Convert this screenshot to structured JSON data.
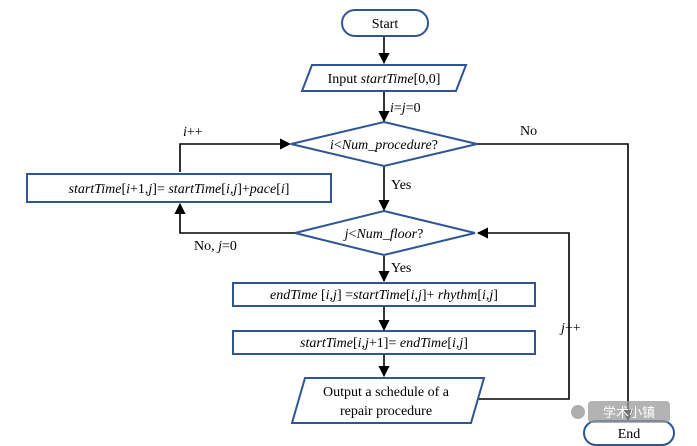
{
  "nodes": {
    "start": "Start",
    "input": [
      "Input ",
      "startTime",
      "[0,0]"
    ],
    "cond_i": [
      "i",
      "<",
      "Num_procedure",
      "?"
    ],
    "update_start": [
      "startTime",
      "[",
      "i",
      "+1,",
      "j",
      "]= ",
      "startTime",
      "[",
      "i,j",
      "]+",
      "pace",
      "[",
      "i",
      "]"
    ],
    "cond_j": [
      "j",
      "<",
      "Num_floor",
      "?"
    ],
    "end_time": [
      "endTime",
      " [",
      "i,j",
      "] =",
      "startTime",
      "[",
      "i,j",
      "]+ ",
      "rhythm",
      "[",
      "i,j",
      "]"
    ],
    "next_start": [
      "startTime",
      "[",
      "i,j",
      "+1]= ",
      "endTime",
      "[",
      "i,j",
      "]"
    ],
    "output_line1": "Output a schedule of a",
    "output_line2": "repair procedure",
    "end": "End"
  },
  "edge_labels": {
    "init_ij": [
      "i",
      "=",
      "j",
      "=0"
    ],
    "i_inc": [
      "i",
      "++"
    ],
    "no_i": "No",
    "yes_i": "Yes",
    "no_j": [
      "No, ",
      "j",
      "=0"
    ],
    "yes_j": "Yes",
    "j_inc": [
      "j",
      "++"
    ]
  },
  "watermark": "学术小镇",
  "colors": {
    "shape_stroke": "#2f5597",
    "line": "#000000"
  }
}
